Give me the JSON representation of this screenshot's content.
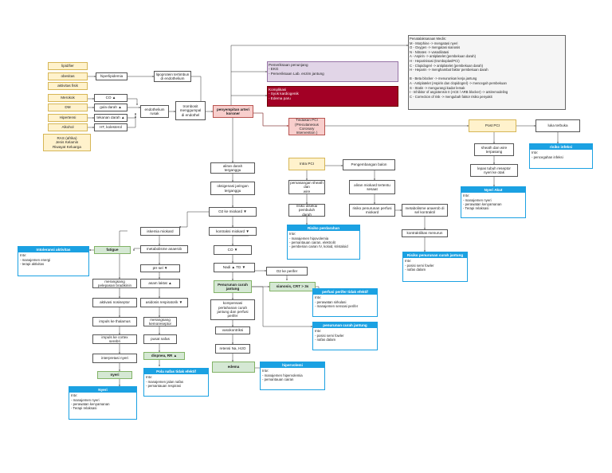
{
  "risk_factors": {
    "lipid": "lipid/lier",
    "obesitas": "obesitas",
    "aktivitas": "aktivitas fisik",
    "merokok": "Merokok",
    "dm": "DM",
    "hipertensi": "Hipertensi",
    "alkohol": "Alkohol",
    "ras": "RAS (afrika)\nJenis Kelamin\nRiwayat Keluarga"
  },
  "pathway": {
    "hiperlipidemia": "hiperlipidemia",
    "lipoprotein": "lipoprotein tertimbun\ndi endothelium",
    "co": "CO ▲",
    "gula": "gula darah ▲",
    "tekanan": "tekanan darah ▲",
    "ht": "HT, kolesterol",
    "endothelium": "endothelium\nrusak",
    "trombosit": "trombosit\nmenggumpal\ndi endothel",
    "penyempitan": "penyempitan arteri\nkoroner",
    "aliran": "aliran darah\nterganggu",
    "oksigenasi": "oksigenasi jaringan\nterganggu",
    "o2miokard": "O2 ke miokard ▼",
    "iskemia": "iskemia miokard",
    "metabolisme": "metabolisme anaerob",
    "phsel": "pH sel ▼",
    "asamlaktat": "asam laktat ▲",
    "asidosis": "asidosis respiratorik ▼",
    "kemoreseptor": "merangsang\nkemoreseptor",
    "pusatnafas": "pusat nafas",
    "dispnea": "dispnea, RR ▲",
    "bradikinin": "merangsang\npelepasan bradikinin",
    "nosiseptor": "aktivasi nosiseptor",
    "thalamus": "impuls ke thalamus",
    "korteks": "impuls ke cortex\nserebri",
    "interpretasi": "interpretasi nyeri",
    "nyeri": "nyeri",
    "fatigue": "fatigue",
    "kontraksi": "kontraksi miokard ▼",
    "co2": "CO ▼",
    "nadtd": "Nadi ▲   TD ▼",
    "penurunan": "Penurunan curah\njantung",
    "kompensasi": "kompensasi\npertahanan curah\njantung dan perfusi\nperifer",
    "vasokontriksi": "vasokontriksi",
    "retensi": "retensi Na, H2O",
    "edema": "edema",
    "o2perifer": "O2 ke perifer",
    "sianosis": "sianosis, CRT > 3s"
  },
  "pci": {
    "tindakan": "Tindakan PCI\n(Precutaneous Coronary\nIntervention )",
    "intrapci": "Intra PCI",
    "pemasangan": "pemasangan sheath dan\nwire",
    "robek": "risiko disekai pembuluh\ndarah",
    "pengembangan": "Pengembangan balon",
    "aliran": "aliran miokard tertentu\nsesaat",
    "risikoperfusi": "risiko penurunan perfusi\nmiokard",
    "metabolisme": "metabolisme anaerob di\nsel kontraktil",
    "kontraktilitas": "kontraktilitas menurun",
    "postpci": "Post PCI",
    "sheath": "sheath dan wire\nterpasang",
    "lepas": "lepas tubuh reseptor\nnyeri ke otak",
    "luka": "luka terbuka"
  },
  "side_panels": {
    "pemeriksaan": "Pemeriksaan penunjang\n- EKG\n- Pemeriksaan Lab. enzim jantung",
    "komplikasi": "Komplikasi\n- Syok kardiogenik\n- Edema paru",
    "penatalaksanaan": "Penatalaksanaan Medis:\nM - Morphine -> mengatasi nyeri\nO - Oxygen -> mengatasi sianosis\nN - Nitrates -> vasodilatasi\nA - Aspirin -> antiplatelet (pembekuan darah)\nH - Heparinisasi (tromboplas/PCI)\nC - Clopidogrel -> antiplatelet (pembekuan darah)\nH - Heparin -> menghambat faktor pembekuan darah\n\nB - Beta blocker -> menurunkan kerja jantung\nA - Antiplatelet (Aspirin dan clopidogrel) -> mencegah pembekuan\nS - Statin -> mengurangi kadar lemak\nI - Inhibitor of angiotensin II (ACE / ARB blocker) -> antiremodeling\nC - Correction of risk -> mengubah faktor risiko penyakit"
  },
  "diagnoses": {
    "intoleransi": {
      "title": "Intoleransi aktivitas",
      "body": "Intv:\n- manajemen energi\n- terapi aktivitas"
    },
    "nyeri": {
      "title": "Nyeri",
      "body": "Intv:\n- manajemen nyeri\n- perawatan kenyamanan\n- Terapi relaksasi"
    },
    "polanafas": {
      "title": "Pola nafas tidak efektif",
      "body": "Intv:\n- manajemen jalan nafas\n- pemantauan respirasi"
    },
    "hipervolemia": {
      "title": "hipervolemi",
      "body": "Intv:\n- manajemen hipervolemia\n- pemantauan cairan"
    },
    "perfusi": {
      "title": "perfusi perifer tidak efektif",
      "body": "Intv:\n- perawatan sirkulasi\n- manajemen sensasi perifer"
    },
    "penurunancj": {
      "title": "penurunan curah jantung",
      "body": "Intv:\n- posisi semi fowler\n- nafas dalam"
    },
    "perdarahan": {
      "title": "Risiko perdarahan",
      "body": "Intv:\n- manajemen hipovolemia\n- pemantauan cairan, elektrolit\n- pemberian cairan IV, koloid, kristaloid"
    },
    "risikopcj": {
      "title": "Risiko penurunan curah jantung",
      "body": "Intv:\n- posisi semi fowler\n- nafas dalam"
    },
    "nyeriakut": {
      "title": "Nyeri Akut",
      "body": "Intv:\n- manajemen nyeri\n- perawatan kenyamanan\n- Terapi relaksasi"
    },
    "infeksi": {
      "title": "risiko infeksi",
      "body": "Intv:\n- pencegahan infeksi"
    }
  }
}
